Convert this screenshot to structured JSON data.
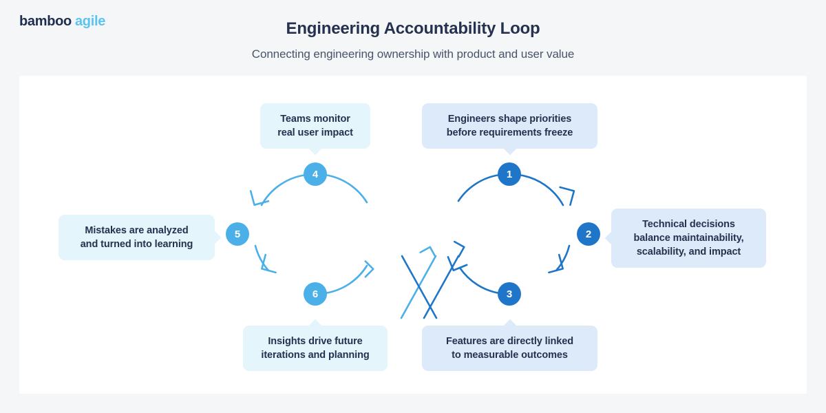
{
  "logo": {
    "primary": "bamboo",
    "secondary": "agile"
  },
  "header": {
    "title": "Engineering Accountability Loop",
    "subtitle": "Connecting engineering ownership with product and user value"
  },
  "colors": {
    "page_background": "#f4f6f8",
    "card_background": "#ffffff",
    "loop_light_blue": "#4bafe8",
    "loop_dark_blue": "#1f76c8",
    "label_light_bg": "#e4f5fc",
    "label_dark_bg": "#dceaf9",
    "text_navy": "#25314e",
    "text_muted": "#475569",
    "logo_accent": "#5cc3f0"
  },
  "diagram": {
    "type": "infinity-loop",
    "loops": [
      {
        "name": "right-loop",
        "tone": "dark",
        "direction": "clockwise",
        "steps": [
          1,
          2,
          3
        ]
      },
      {
        "name": "left-loop",
        "tone": "light",
        "direction": "clockwise",
        "steps": [
          4,
          5,
          6
        ]
      }
    ],
    "nodes": [
      {
        "number": "1",
        "tone": "dark",
        "position": "top-right",
        "label": "Engineers shape priorities\nbefore requirements freeze",
        "label_side": "top"
      },
      {
        "number": "2",
        "tone": "dark",
        "position": "right",
        "label": "Technical decisions\nbalance maintainability,\nscalability, and impact",
        "label_side": "right"
      },
      {
        "number": "3",
        "tone": "dark",
        "position": "bottom-right",
        "label": "Features are directly linked\nto measurable outcomes",
        "label_side": "bottom"
      },
      {
        "number": "4",
        "tone": "light",
        "position": "top-left",
        "label": "Teams monitor\nreal user impact",
        "label_side": "top"
      },
      {
        "number": "5",
        "tone": "light",
        "position": "left",
        "label": "Mistakes are analyzed\nand turned into learning",
        "label_side": "left"
      },
      {
        "number": "6",
        "tone": "light",
        "position": "bottom-left",
        "label": "Insights drive future\niterations and planning",
        "label_side": "bottom"
      }
    ]
  }
}
